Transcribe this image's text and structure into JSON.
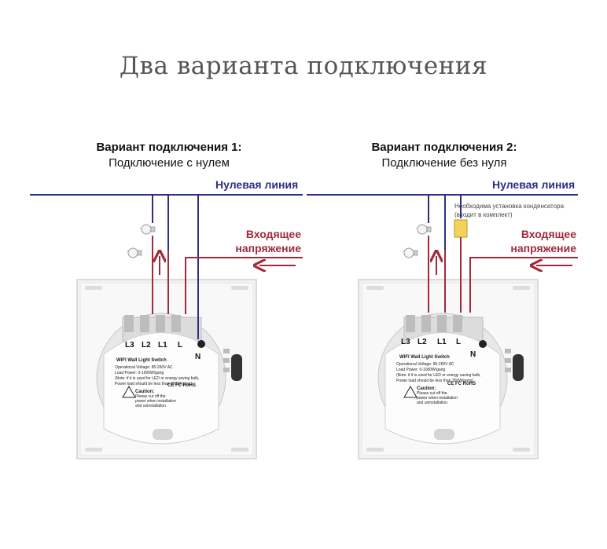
{
  "title": "Два варианта подключения",
  "variant1": {
    "heading": "Вариант подключения 1:",
    "subheading": "Подключение с нулем",
    "neutral_label": "Нулевая линия",
    "voltage_label_1": "Входящее",
    "voltage_label_2": "напряжение"
  },
  "variant2": {
    "heading": "Вариант подключения 2:",
    "subheading": "Подключение без нуля",
    "neutral_label": "Нулевая линия",
    "voltage_label_1": "Входящее",
    "voltage_label_2": "напряжение",
    "capacitor_note_1": "Необходима установка конденсатора",
    "capacitor_note_2": "(входит в комплект)"
  },
  "device": {
    "terminals": [
      "L3",
      "L2",
      "L1",
      "L"
    ],
    "neutral_terminal": "N",
    "model": "WIFI Wall Light Switch",
    "spec_1": "Operational Voltage: 85-260V AC",
    "spec_2": "Load Power: 0-1000W/gang",
    "note_1": "(Note: if it is used for LED or energy saving bulb,",
    "note_2": "Power load should be less than 300W/gang)",
    "caution_1": "Caution:",
    "caution_2": "Please cut off the",
    "caution_3": "power when installation",
    "caution_4": "and uninstallation.",
    "cert": "CE FC RoHS"
  },
  "colors": {
    "neutral": "#2c2f85",
    "live": "#a12b3c",
    "title": "#555555"
  }
}
